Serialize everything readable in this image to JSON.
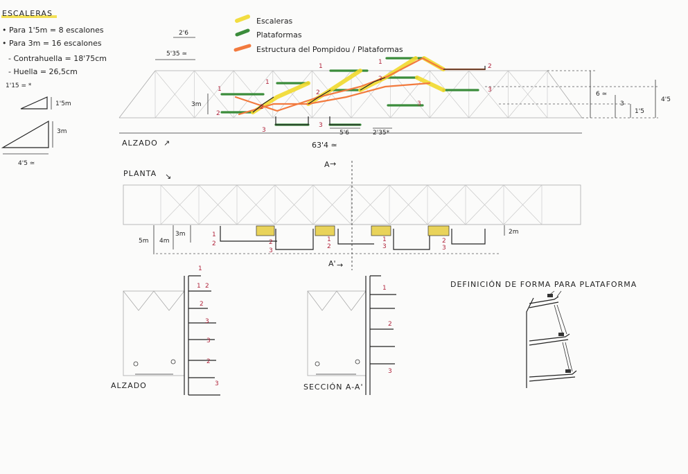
{
  "notes": {
    "title": "ESCALERAS",
    "line1": "• Para 1'5m = 8 escalones",
    "line2": "• Para 3m = 16 escalones",
    "line3": "- Contrahuella = 18'75cm",
    "line4": "- Huella = 26,5cm",
    "ratio": "1'15 = *",
    "small_rise": "1'5m",
    "big_rise": "3m",
    "big_run": "4'5 ≃"
  },
  "legend": {
    "escaleras": "Escaleras",
    "plataformas": "Plataformas",
    "estructura": "Estructura del Pompidou / Plataformas",
    "colors": {
      "escaleras": "#f1d92c",
      "plataformas": "#3b8c3b",
      "estructura": "#f27a3e"
    }
  },
  "alzado": {
    "label": "ALZADO",
    "dim_module": "2'6",
    "dim_module2": "5'35 ≃",
    "dim_total": "63'4 ≃",
    "dim_height_left": "3m",
    "dim_6": "6 ≃",
    "dim_45": "4'5",
    "dim_3": "3",
    "dim_15": "1'5",
    "dim_56": "5'6",
    "dim_235": "2'35*",
    "levels": [
      "1",
      "2",
      "3"
    ]
  },
  "planta": {
    "label": "PLANTA",
    "section_a": "A",
    "section_a2": "A'",
    "dim_5m": "5m",
    "dim_4m": "4m",
    "dim_3m": "3m",
    "dim_2m": "2m",
    "levels": [
      "1",
      "2",
      "3"
    ]
  },
  "alzado2": {
    "label": "ALZADO",
    "levels": [
      "1",
      "2",
      "3"
    ]
  },
  "seccion": {
    "label": "SECCIÓN A-A'",
    "levels": [
      "1",
      "2",
      "3"
    ]
  },
  "definicion": {
    "label": "DEFINICIÓN DE FORMA PARA PLATAFORMA"
  }
}
